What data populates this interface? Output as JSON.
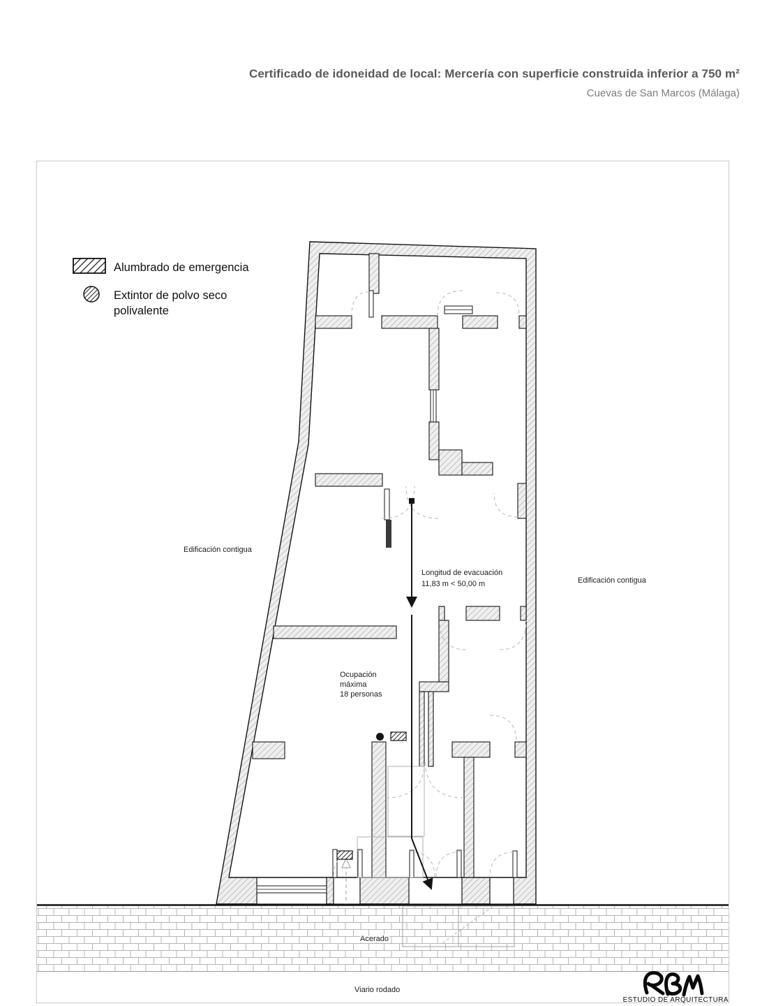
{
  "header": {
    "title": "Certificado de idoneidad de local: Mercería con superficie construida inferior a 750 m²",
    "subtitle": "Cuevas de San Marcos (Málaga)"
  },
  "legend": {
    "items": [
      {
        "symbol": "emergency-light-hatched-rect",
        "label": "Alumbrado de emergencia"
      },
      {
        "symbol": "extinguisher-hatched-circle",
        "label_line1": "Extintor de polvo seco",
        "label_line2": "polivalente"
      }
    ]
  },
  "plan": {
    "labels": {
      "adjacent_left": "Edificación contigua",
      "adjacent_right": "Edificación contigua",
      "evacuation_length_line1": "Longitud de evacuación",
      "evacuation_length_line2": "11,83 m < 50,00 m",
      "occupancy_line1": "Ocupación",
      "occupancy_line2": "máxima",
      "occupancy_line3": "18 personas",
      "sidewalk": "Acerado",
      "road": "Viario rodado"
    }
  },
  "footer": {
    "logo_initials": "RBM",
    "studio_name": "ESTUDIO DE ARQUITECTURA"
  },
  "colors": {
    "title_gray": "#595959",
    "subtitle_gray": "#7d7d7d",
    "wall_fill": "#efefef",
    "hatch_line": "#a8a8a8",
    "outline_black": "#141414",
    "door_arc_gray": "#bdbdbd",
    "frame_gray": "#c9c9c9",
    "brick_line_gray": "#b5b5b5"
  }
}
